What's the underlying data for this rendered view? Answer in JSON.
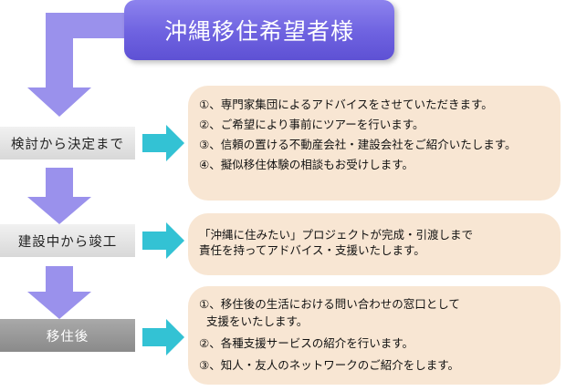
{
  "title": "沖縄移住希望者様",
  "stages": [
    {
      "label": "検討から決定まで",
      "items": [
        "①、専門家集団によるアドバイスをさせていただきます。",
        "②、ご希望により事前にツアーを行います。",
        "③、信頼の置ける不動産会社・建設会社をご紹介いたします。",
        "④、擬似移住体験の相談もお受けします。"
      ]
    },
    {
      "label": "建設中から竣工",
      "items": [
        "「沖縄に住みたい」プロジェクトが完成・引渡しまで",
        "責任を持ってアドバイス・支援いたします。"
      ]
    },
    {
      "label": "移住後",
      "items": [
        "①、移住後の生活における問い合わせの窓口として",
        "  支援をいたします。",
        "②、各種支援サービスの紹介を行います。",
        "③、知人・友人のネットワークのご紹介をします。"
      ]
    }
  ],
  "colors": {
    "title_bg": "#6e62e0",
    "flow_arrow": "#9a91ec",
    "pointer_arrow": "#33c2d4",
    "panel_bg": "#f8e6d3",
    "stage_light": "#dcdcdc",
    "stage_dark": "#999999"
  }
}
